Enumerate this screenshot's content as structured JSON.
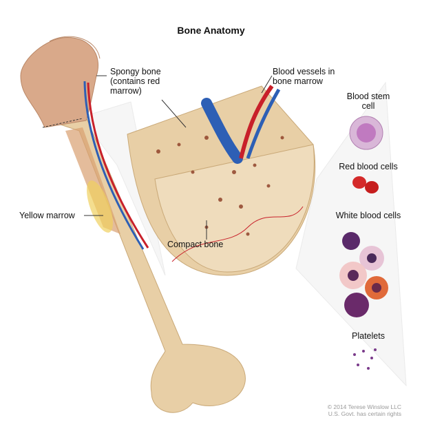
{
  "title": "Bone Anatomy",
  "labels": {
    "spongy_bone": [
      "Spongy bone",
      "(contains red",
      "marrow)"
    ],
    "blood_vessels": [
      "Blood vessels in",
      "bone marrow"
    ],
    "blood_stem_cell": [
      "Blood stem",
      "cell"
    ],
    "red_blood_cells": "Red blood cells",
    "white_blood_cells": "White blood cells",
    "platelets": "Platelets",
    "yellow_marrow": "Yellow marrow",
    "compact_bone": "Compact bone"
  },
  "copyright": [
    "© 2014 Terese Winslow LLC",
    "U.S. Govt. has certain rights"
  ],
  "colors": {
    "bone": "#e8cfa6",
    "spongy": "#c98a6a",
    "artery": "#c8202a",
    "vein": "#2d5fb5",
    "marrow_yellow": "#f0d060"
  }
}
